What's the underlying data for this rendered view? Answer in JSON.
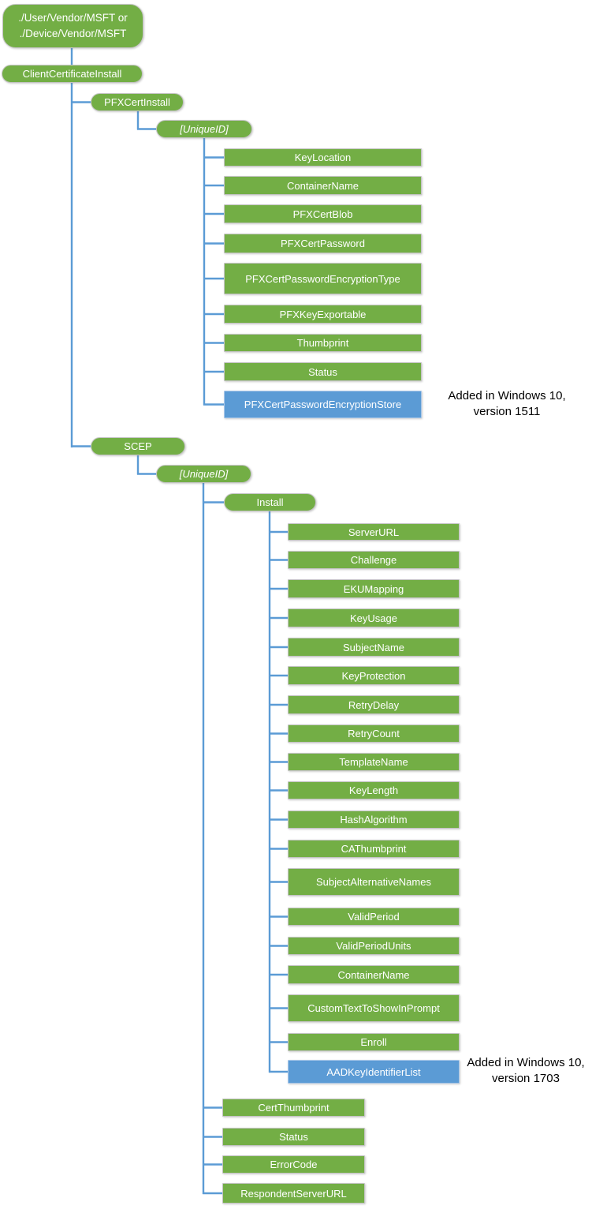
{
  "palette": {
    "green": "#73AE45",
    "blue": "#5B9BD5",
    "connector": "#5B9BD5",
    "border_gray": "#C4C4C4",
    "border_blue": "#A9C7E8",
    "node_text": "#FFFFFF",
    "annotation_text": "#000000"
  },
  "tree": {
    "root": "./User/Vendor/MSFT or\n./Device/Vendor/MSFT",
    "client_certificate_install": "ClientCertificateInstall",
    "pfx_cert_install": {
      "label": "PFXCertInstall",
      "unique_id": "[UniqueID]",
      "children": [
        "KeyLocation",
        "ContainerName",
        "PFXCertBlob",
        "PFXCertPassword",
        "PFXCertPasswordEncryptionType",
        "PFXKeyExportable",
        "Thumbprint",
        "Status",
        "PFXCertPasswordEncryptionStore"
      ]
    },
    "scep": {
      "label": "SCEP",
      "unique_id": "[UniqueID]",
      "install": {
        "label": "Install",
        "children": [
          "ServerURL",
          "Challenge",
          "EKUMapping",
          "KeyUsage",
          "SubjectName",
          "KeyProtection",
          "RetryDelay",
          "RetryCount",
          "TemplateName",
          "KeyLength",
          "HashAlgorithm",
          "CAThumbprint",
          "SubjectAlternativeNames",
          "ValidPeriod",
          "ValidPeriodUnits",
          "ContainerName",
          "CustomTextToShowInPrompt",
          "Enroll",
          "AADKeyIdentifierList"
        ]
      },
      "children": [
        "CertThumbprint",
        "Status",
        "ErrorCode",
        "RespondentServerURL"
      ]
    },
    "annotations": [
      "Added in Windows 10,\nversion 1511",
      "Added in Windows 10,\nversion 1703"
    ]
  }
}
